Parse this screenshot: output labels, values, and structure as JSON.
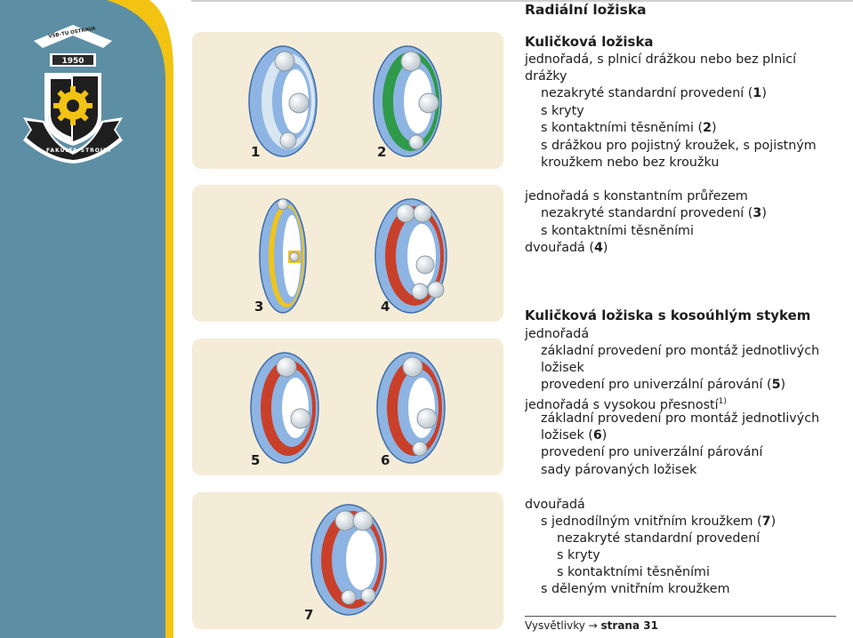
{
  "logo": {
    "top_text": "VŠB–TU OSTRAVA",
    "year": "1950",
    "bottom_text": "FAKULTA STROJNÍ"
  },
  "page": {
    "title": "Radiální ložiska",
    "sections": [
      {
        "heading": "Kuličková ložiska",
        "lines": [
          {
            "text": "jednořadá, s plnicí drážkou nebo bez plnicí"
          },
          {
            "text": "drážky"
          },
          {
            "text": "nezakryté standardní provedení (",
            "num": "1",
            "after": ")"
          },
          {
            "text": "s kryty"
          },
          {
            "text": "s kontaktními těsněními (",
            "num": "2",
            "after": ")"
          },
          {
            "text": "s drážkou pro pojistný kroužek, s pojistným"
          },
          {
            "text": "kroužkem nebo bez kroužku"
          },
          {
            "text": "jednořadá s konstantním průřezem"
          },
          {
            "text": "nezakryté standardní provedení (",
            "num": "3",
            "after": ")"
          },
          {
            "text": "s kontaktními těsněními"
          },
          {
            "text": "dvouřadá (",
            "num": "4",
            "after": ")"
          }
        ]
      },
      {
        "heading": "Kuličková ložiska s kosoúhlým stykem",
        "lines": [
          {
            "text": "jednořadá"
          },
          {
            "text": "základní provedení pro montáž jednotlivých"
          },
          {
            "text": "ložisek"
          },
          {
            "text": "provedení pro univerzální párování (",
            "num": "5",
            "after": ")"
          },
          {
            "text": "jednořadá s vysokou přesností",
            "sup": "1)"
          },
          {
            "text": "základní provedení pro montáž jednotlivých"
          },
          {
            "text": "ložisek (",
            "num": "6",
            "after": ")"
          },
          {
            "text": "provedení pro univerzální párování"
          },
          {
            "text": "sady párovaných ložisek"
          },
          {
            "text": "dvouřadá"
          },
          {
            "text": "s jednodílným vnitřním kroužkem (",
            "num": "7",
            "after": ")"
          },
          {
            "text": "nezakryté standardní provedení"
          },
          {
            "text": "s kryty"
          },
          {
            "text": "s kontaktními těsněními"
          },
          {
            "text": "s děleným vnitřním kroužkem"
          }
        ]
      }
    ],
    "footer": {
      "text": "Vysvětlivky → ",
      "link": "strana 31"
    }
  },
  "figures": [
    {
      "label": "1"
    },
    {
      "label": "2"
    },
    {
      "label": "3"
    },
    {
      "label": "4"
    },
    {
      "label": "5"
    },
    {
      "label": "6"
    },
    {
      "label": "7"
    }
  ],
  "colors": {
    "sidebar": "#5d8fa4",
    "yellow_band": "#f3c313",
    "panel": "#f5ecd8",
    "bearing_blue": "#8db4e2",
    "seal_green": "#2f9a4a",
    "cage_red": "#c9402a",
    "cage_yellow": "#f0c419"
  }
}
